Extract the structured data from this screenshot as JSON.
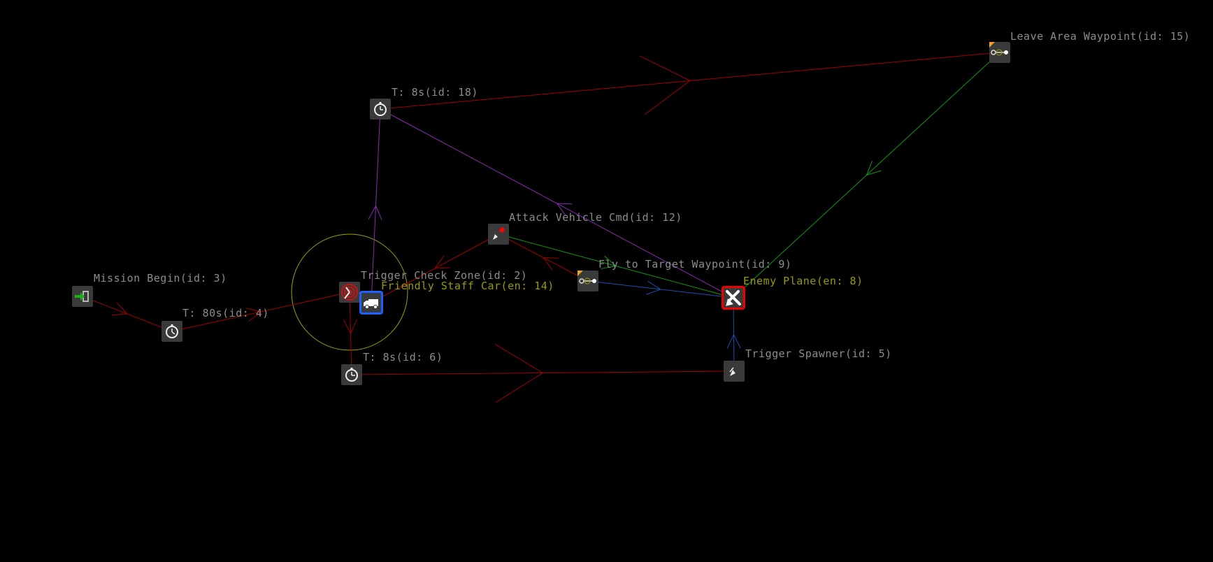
{
  "colors": {
    "red": "#a00000",
    "green": "#0a9a0a",
    "blue": "#1a4fb0",
    "purple": "#8a2ab0",
    "zone": "#a0a000",
    "label": "#8c8c8c",
    "entity_label": "#9a9a00"
  },
  "nodes": {
    "mission_begin": {
      "label": "Mission Begin(id: 3)",
      "icon": "mission-begin-icon"
    },
    "timer_80": {
      "label": "T: 80s(id: 4)",
      "icon": "stopwatch-icon"
    },
    "trigger_zone": {
      "label": "Trigger Check Zone(id: 2)",
      "icon": "radar-icon"
    },
    "staff_car": {
      "label": "Friendly Staff Car(en: 14)",
      "icon": "truck-icon"
    },
    "timer_6": {
      "label": "T: 8s(id: 6)",
      "icon": "stopwatch-icon"
    },
    "timer_18": {
      "label": "T: 8s(id: 18)",
      "icon": "stopwatch-icon"
    },
    "attack_cmd": {
      "label": "Attack Vehicle Cmd(id: 12)",
      "icon": "attack-command-icon"
    },
    "fly_waypoint": {
      "label": "Fly to Target Waypoint(id: 9)",
      "icon": "waypoint-icon"
    },
    "enemy_plane": {
      "label": "Enemy Plane(en: 8)",
      "icon": "plane-icon"
    },
    "spawner": {
      "label": "Trigger Spawner(id: 5)",
      "icon": "spawner-icon"
    },
    "leave_waypoint": {
      "label": "Leave Area Waypoint(id: 15)",
      "icon": "waypoint-icon"
    }
  },
  "edges": [
    {
      "from": "mission_begin",
      "to": "timer_80",
      "color": "red"
    },
    {
      "from": "timer_80",
      "to": "trigger_zone",
      "color": "red"
    },
    {
      "from": "trigger_zone",
      "to": "timer_6",
      "color": "red"
    },
    {
      "from": "timer_6",
      "to": "spawner",
      "color": "red",
      "big": true
    },
    {
      "from": "spawner",
      "to": "enemy_plane",
      "color": "blue"
    },
    {
      "from": "staff_car",
      "to": "timer_18",
      "color": "purple"
    },
    {
      "from": "enemy_plane",
      "to": "timer_18",
      "color": "purple"
    },
    {
      "from": "timer_18",
      "to": "leave_waypoint",
      "color": "red",
      "big": true
    },
    {
      "from": "leave_waypoint",
      "to": "enemy_plane",
      "color": "green"
    },
    {
      "from": "attack_cmd",
      "to": "enemy_plane",
      "color": "green"
    },
    {
      "from": "fly_waypoint",
      "to": "enemy_plane",
      "color": "blue"
    },
    {
      "from": "fly_waypoint",
      "to": "attack_cmd",
      "color": "red"
    },
    {
      "from": "attack_cmd",
      "to": "staff_car",
      "color": "red"
    }
  ]
}
